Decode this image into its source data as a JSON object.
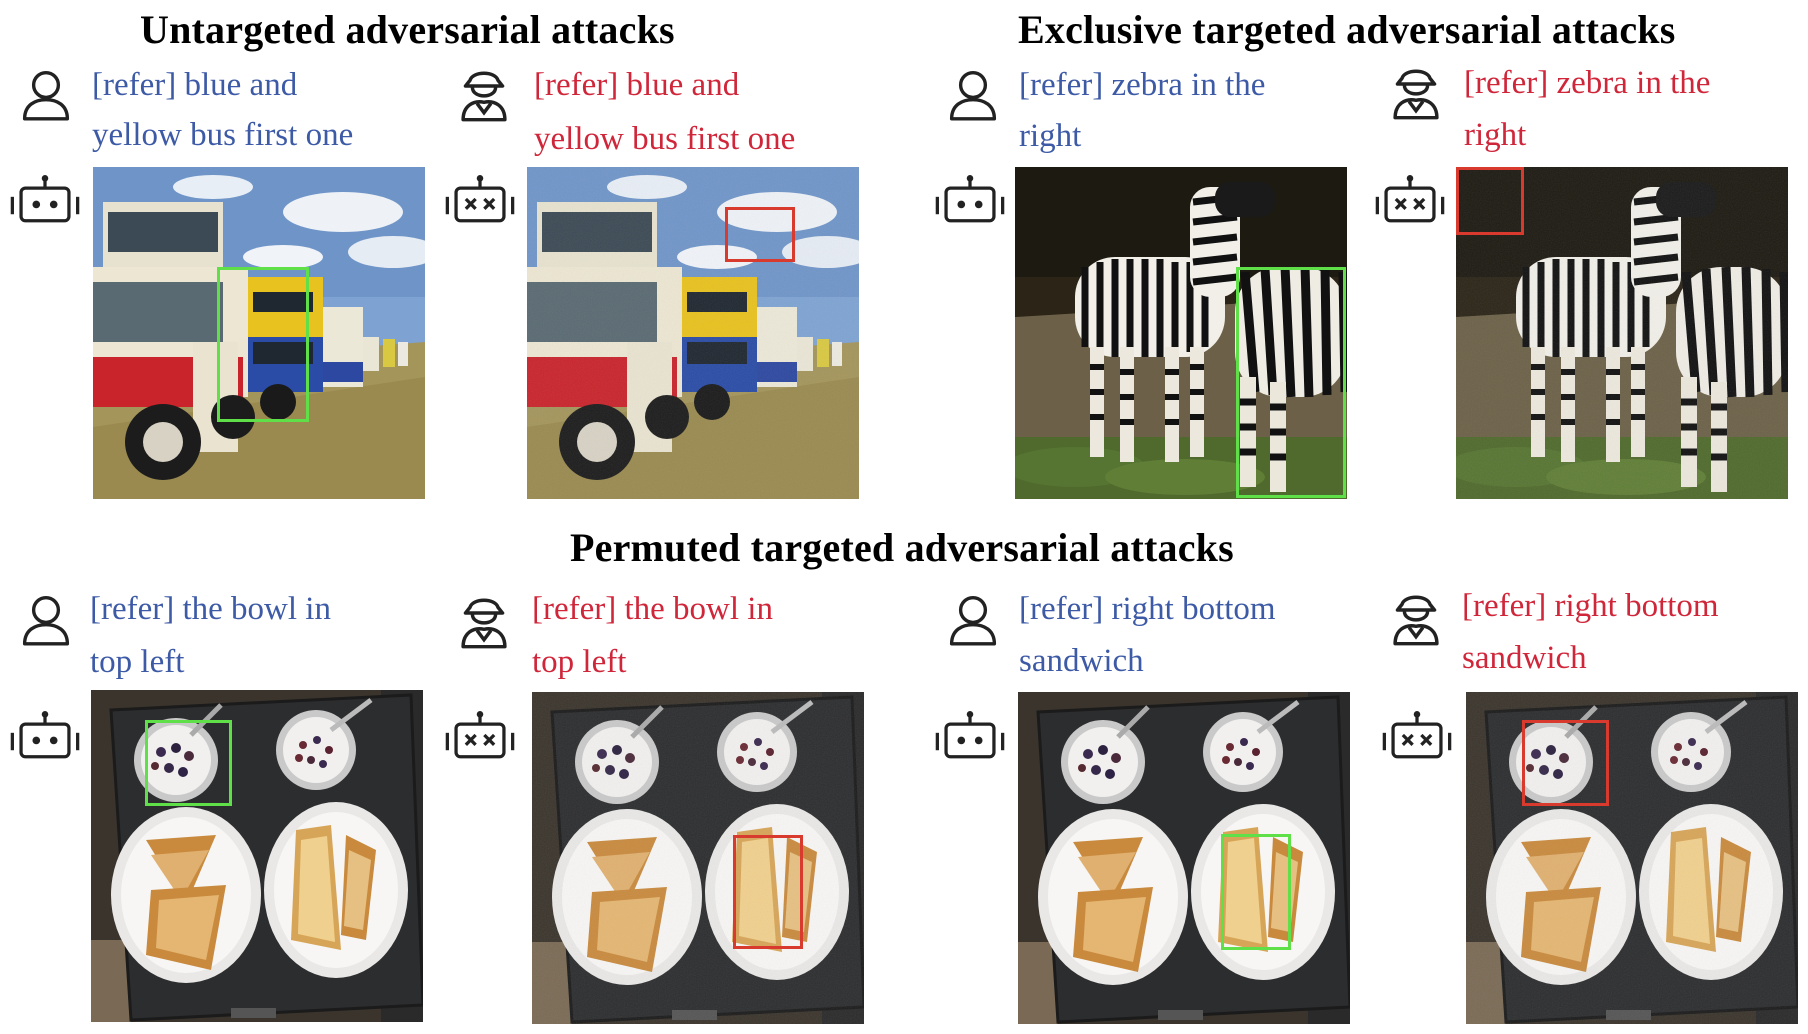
{
  "titles": {
    "untargeted": "Untargeted adversarial attacks",
    "exclusive": "Exclusive targeted adversarial attacks",
    "permuted": "Permuted targeted adversarial attacks"
  },
  "captions": {
    "bus_user_line1": "[refer] blue and",
    "bus_user_line2": "yellow bus first one",
    "bus_attacker_line1": "[refer] blue and",
    "bus_attacker_line2": "yellow bus first one",
    "zebra_user_line1": "[refer] zebra in the",
    "zebra_user_line2": "right",
    "zebra_attacker_line1": "[refer] zebra in the",
    "zebra_attacker_line2": "right",
    "bowl_user_line1": "[refer] the bowl in",
    "bowl_user_line2": "top left",
    "bowl_attacker_line1": "[refer] the bowl in",
    "bowl_attacker_line2": "top left",
    "sandwich_user_line1": "[refer] right bottom",
    "sandwich_user_line2": "sandwich",
    "sandwich_attacker_line1": "[refer] right bottom",
    "sandwich_attacker_line2": "sandwich"
  },
  "icons": {
    "user": "user-icon",
    "attacker": "spy-icon",
    "robot": "robot-icon",
    "robot_attacked": "robot-broken-icon"
  },
  "colors": {
    "user_text": "#3d5aa6",
    "attacker_text": "#d0263a",
    "correct_box": "#5fe049",
    "wrong_box": "#d93a2e"
  }
}
